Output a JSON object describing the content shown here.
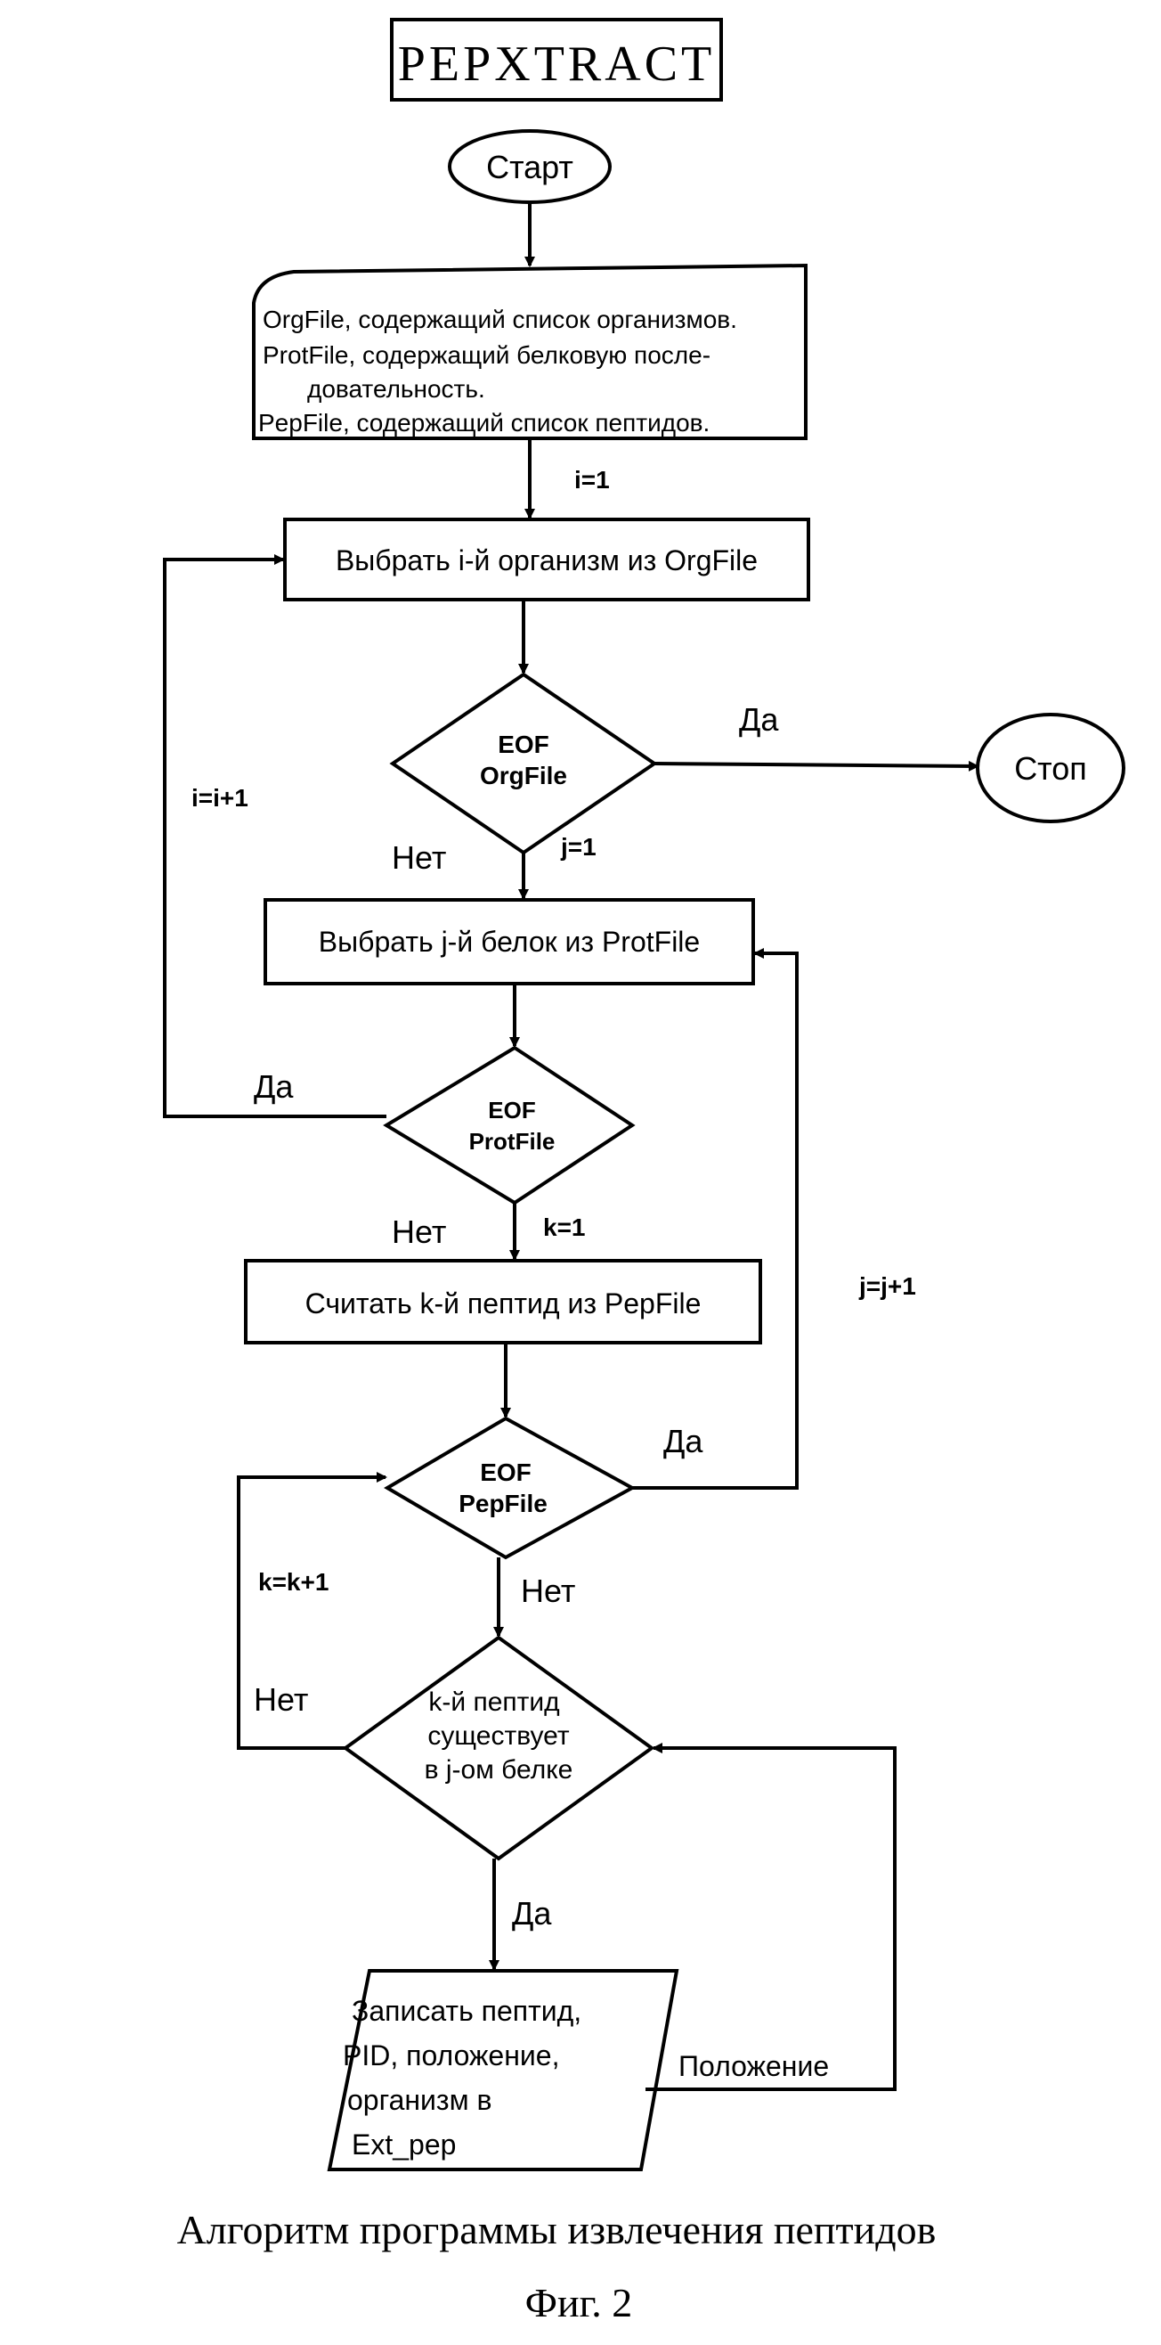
{
  "title": "PEPXTRACT",
  "nodes": {
    "start": "Старт",
    "input": {
      "line1": "OrgFile, содержащий список организмов.",
      "line2": "ProtFile, содержащий белковую после-",
      "line3": "довательность.",
      "line4": "PepFile, содержащий список пептидов."
    },
    "select_org": "Выбрать i-й организм из OrgFile",
    "eof_org": {
      "line1": "EOF",
      "line2": "OrgFile"
    },
    "stop": "Стоп",
    "select_prot": "Выбрать j-й белок из ProtFile",
    "eof_prot": {
      "line1": "EOF",
      "line2": "ProtFile"
    },
    "read_pep": "Считать k-й пептид из PepFile",
    "eof_pep": {
      "line1": "EOF",
      "line2": "PepFile"
    },
    "exists": {
      "line1": "k-й пептид",
      "line2": "существует",
      "line3": "в j-ом белке"
    },
    "write": {
      "line1": "Записать пептид,",
      "line2": "PID, положение,",
      "line3": "организм в",
      "line4": "Ext_pep"
    }
  },
  "edge_labels": {
    "i_init": "i=1",
    "i_inc": "i=i+1",
    "org_yes": "Да",
    "org_no": "Нет",
    "j_init": "j=1",
    "prot_yes": "Да",
    "prot_no": "Нет",
    "k_init": "k=1",
    "j_inc": "j=j+1",
    "pep_yes": "Да",
    "pep_no": "Нет",
    "k_inc": "k=k+1",
    "exists_no": "Нет",
    "exists_yes": "Да",
    "position": "Положение"
  },
  "caption": "Алгоритм программы извлечения пептидов",
  "figure_label": "Фиг. 2"
}
